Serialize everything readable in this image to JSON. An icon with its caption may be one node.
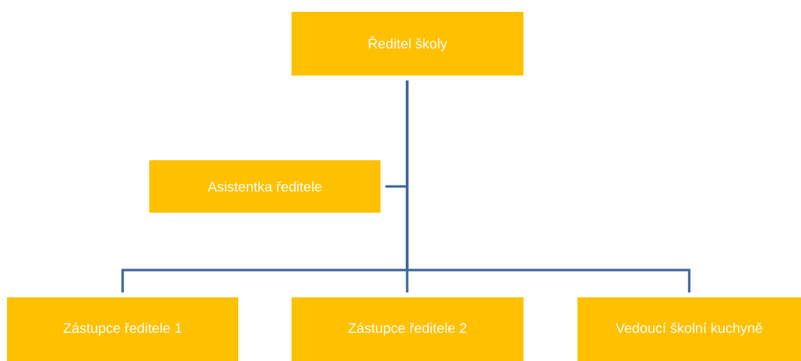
{
  "diagram": {
    "nodes": [
      {
        "text": [
          "Ředitel školy"
        ]
      },
      {
        "text": [
          "Asistentka ředitele"
        ]
      },
      {
        "text": [
          "Zástupce ředitele 1"
        ]
      },
      {
        "text": [
          "Zástupce ředitele 2"
        ]
      },
      {
        "text": [
          "Vedoucí školní kuchyně"
        ]
      }
    ],
    "edges": [
      {
        "from": 0,
        "to": 1,
        "arrow": "none"
      },
      {
        "from": 0,
        "to": 2,
        "arrow": "none"
      },
      {
        "from": 0,
        "to": 3,
        "arrow": "none"
      },
      {
        "from": 0,
        "to": 4,
        "arrow": "none"
      }
    ]
  }
}
